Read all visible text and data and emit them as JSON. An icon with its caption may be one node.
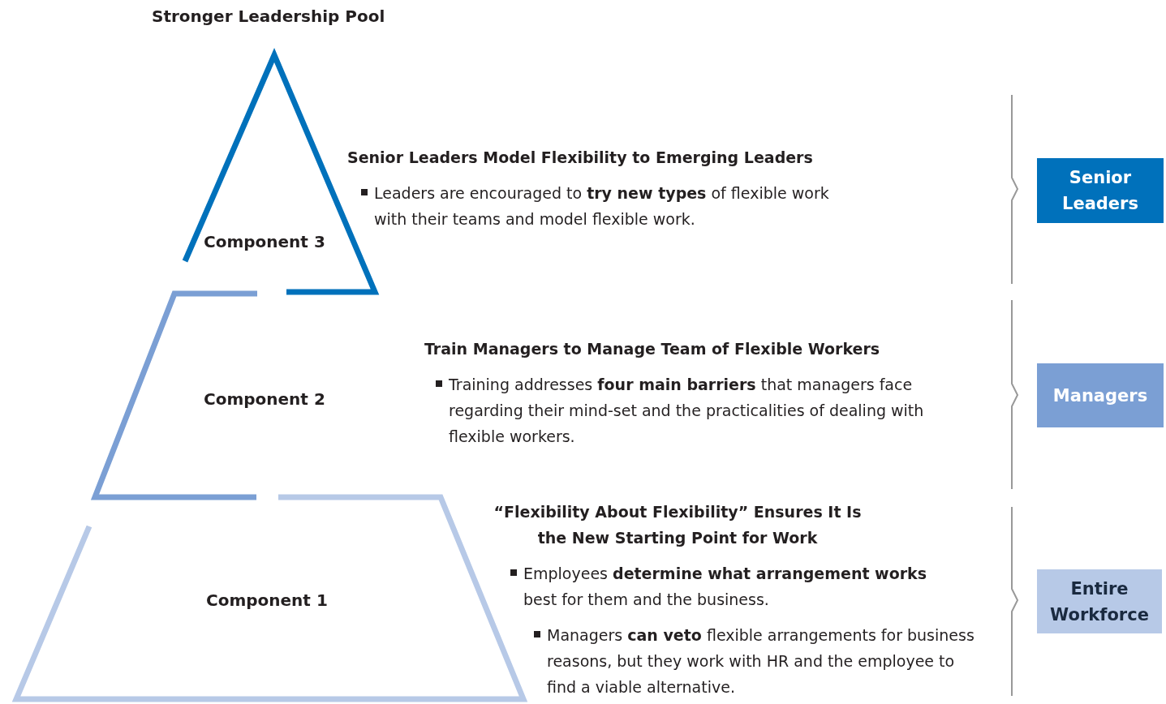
{
  "diagram": {
    "title": "Stronger Leadership Pool",
    "nodes": [
      {
        "text": [
          "Component 3"
        ]
      },
      {
        "text": [
          "Component 2"
        ]
      },
      {
        "text": [
          "Component 1"
        ]
      },
      {
        "text": [
          "Senior Leaders"
        ]
      },
      {
        "text": [
          "Managers"
        ]
      },
      {
        "text": [
          "Entire Workforce"
        ]
      }
    ],
    "labels": [
      "Senior Leaders Model Flexibility to Emerging Leaders",
      "Leaders are encouraged to **try new types** of flexible work with their teams and model flexible work.",
      "Train Managers to Manage Team of Flexible Workers",
      "Training addresses **four main barriers** that managers face regarding their mind-set and the practicalities of dealing with flexible workers.",
      "“Flexibility About Flexibility” Ensures It Is the New Starting Point for Work",
      "Employees **determine what arrangement works** best for them and the business.",
      "Managers **can veto** flexible arrangements for business reasons, but they work with HR and the employee to find a viable alternative."
    ]
  }
}
